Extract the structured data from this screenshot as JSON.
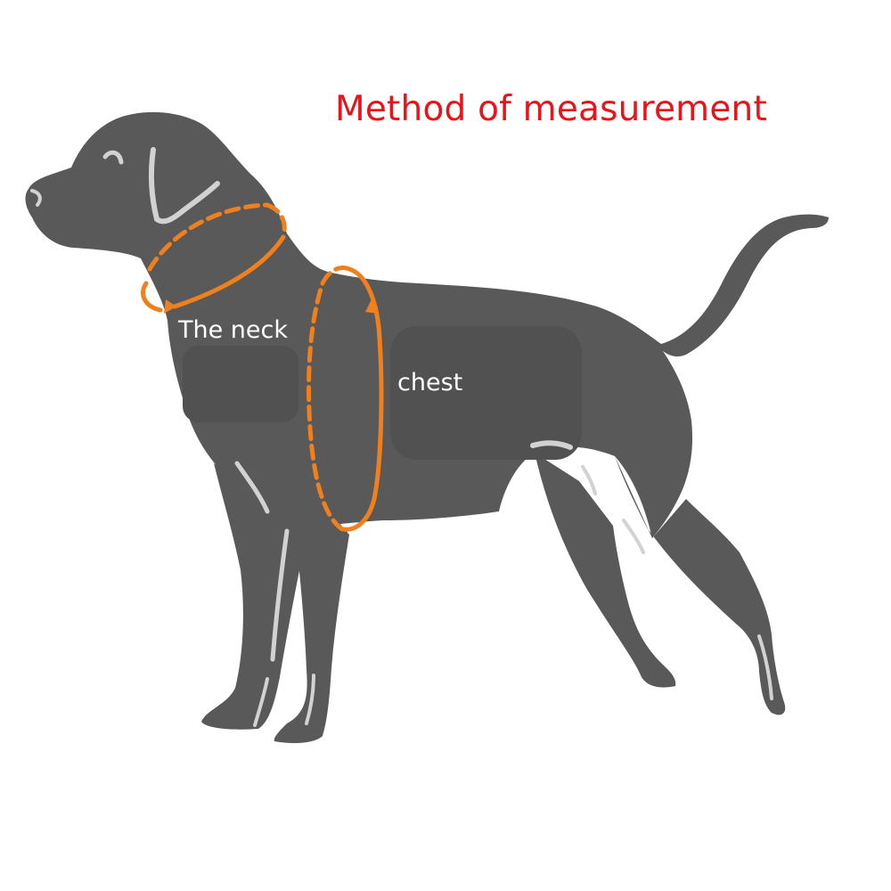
{
  "title": "Method of measurement",
  "labels": {
    "neck": "The neck",
    "chest": "chest"
  },
  "colors": {
    "title": "#e8141c",
    "dog": "#595959",
    "dog_shade": "#515151",
    "highlight": "#d2d2d2",
    "measure_line": "#f07f1d",
    "label_text": "#ffffff"
  },
  "icons": {
    "figure": "dog-silhouette-icon",
    "neck_loop": "neck-measurement-loop",
    "chest_loop": "chest-measurement-loop"
  }
}
